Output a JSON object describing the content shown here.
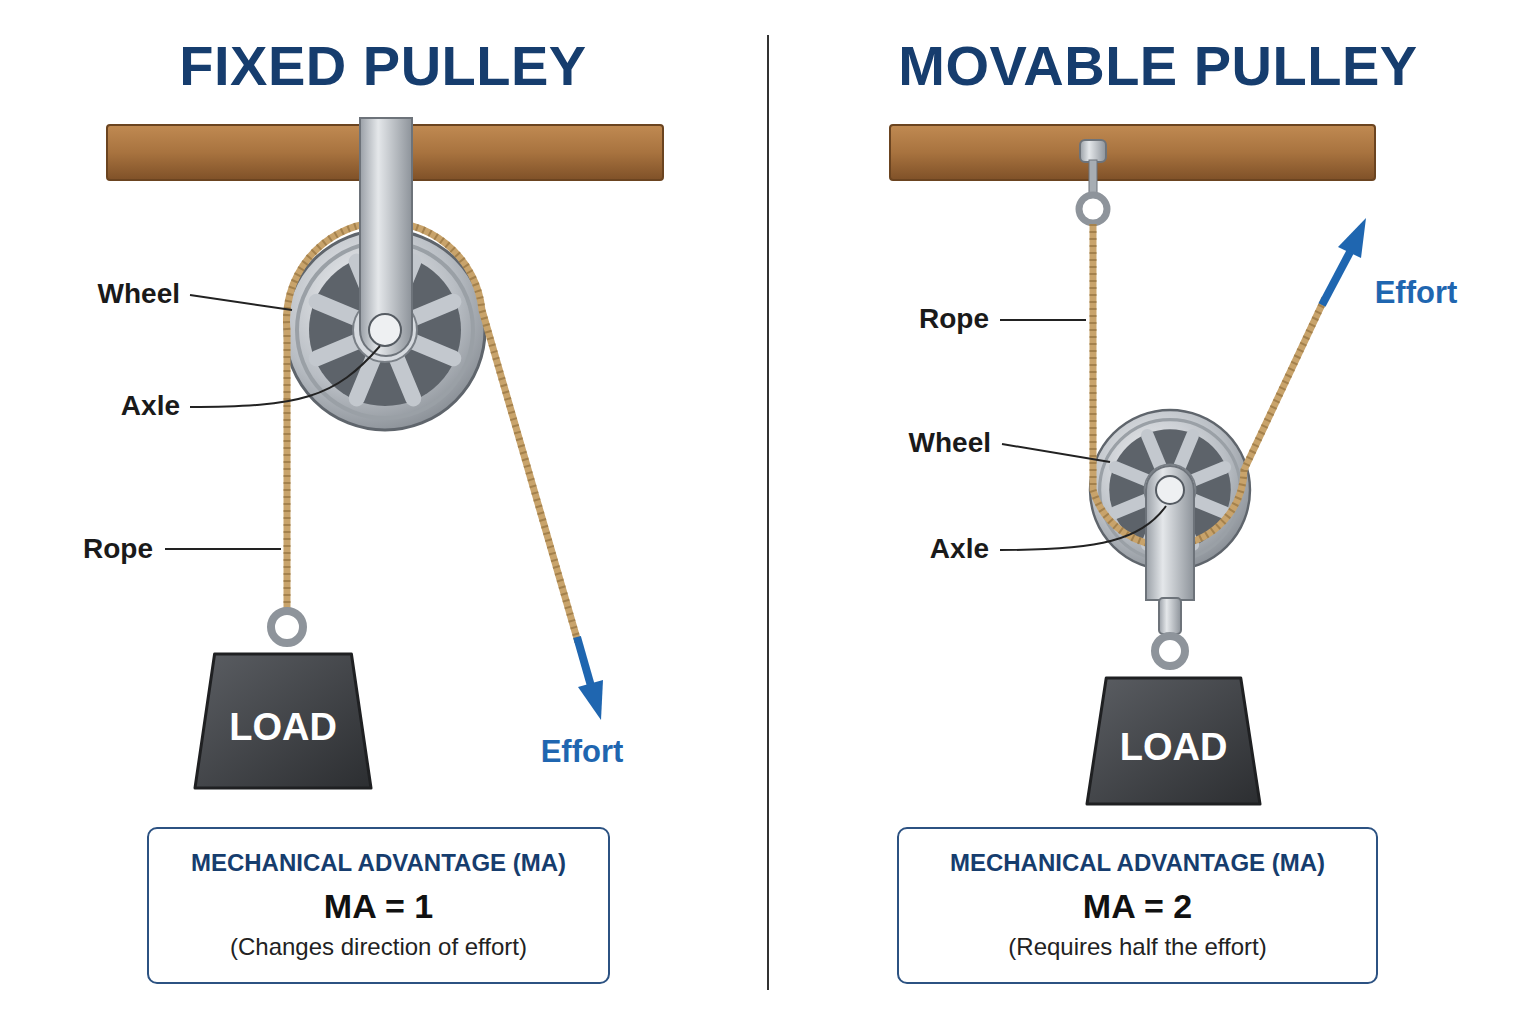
{
  "diagram": {
    "nodes": [
      {
        "text": [
          "LOAD"
        ]
      },
      {
        "text": [
          "MECHANICAL ADVANTAGE (MA)",
          "MA = 1",
          "(Changes direction of effort)"
        ]
      },
      {
        "text": [
          "LOAD"
        ]
      },
      {
        "text": [
          "MECHANICAL ADVANTAGE (MA)",
          "MA = 2",
          "(Requires half the effort)"
        ]
      }
    ],
    "labels": [
      "FIXED PULLEY",
      "Wheel",
      "Axle",
      "Rope",
      "Effort",
      "MOVABLE PULLEY",
      "Rope",
      "Wheel",
      "Axle",
      "Effort"
    ]
  }
}
